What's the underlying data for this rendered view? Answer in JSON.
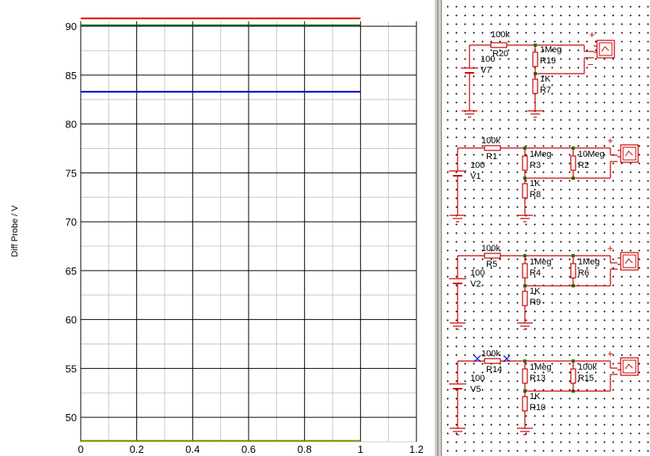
{
  "chart_data": {
    "type": "line",
    "ylabel": "Diff Probe / V",
    "xlim": [
      0,
      1.2
    ],
    "ylim": [
      47.5,
      90.5
    ],
    "xticks": [
      "0",
      "0.2",
      "0.4",
      "0.6",
      "0.8",
      "1",
      "1.2"
    ],
    "yticks": [
      "50",
      "55",
      "60",
      "65",
      "70",
      "75",
      "80",
      "85",
      "90"
    ],
    "grid": true,
    "series": [
      {
        "color": "#e60000",
        "x": [
          0,
          1
        ],
        "y": [
          90.8,
          90.8
        ]
      },
      {
        "color": "#006600",
        "x": [
          0,
          1
        ],
        "y": [
          90.1,
          90.1
        ]
      },
      {
        "color": "#0000cc",
        "x": [
          0,
          1
        ],
        "y": [
          83.3,
          83.3
        ]
      },
      {
        "color": "#8b8b00",
        "x": [
          0,
          1
        ],
        "y": [
          47.6,
          47.6
        ]
      }
    ]
  },
  "schematic": {
    "circuits": [
      {
        "source_value": "100",
        "source_name": "V7",
        "series_r_value": "100k",
        "series_r_name": "R20",
        "upper_r_value": "1Meg",
        "upper_r_name": "R19",
        "lower_r_value": "1K",
        "lower_r_name": "R7",
        "probe_plus": "+",
        "probe_minus": "−"
      },
      {
        "source_value": "100",
        "source_name": "V1",
        "series_r_value": "100k",
        "series_r_name": "R1",
        "upper_r_value": "1Meg",
        "upper_r_name": "R3",
        "lower_r_value": "1K",
        "lower_r_name": "R8",
        "shunt_r_value": "10Meg",
        "shunt_r_name": "R2",
        "probe_plus": "+"
      },
      {
        "source_value": "100",
        "source_name": "V2",
        "series_r_value": "100k",
        "series_r_name": "R5",
        "upper_r_value": "1Meg",
        "upper_r_name": "R4",
        "lower_r_value": "1K",
        "lower_r_name": "R9",
        "shunt_r_value": "1Meg",
        "shunt_r_name": "R6",
        "probe_plus": "+"
      },
      {
        "source_value": "100",
        "source_name": "V5",
        "series_r_value": "100k",
        "series_r_name": "R14",
        "upper_r_value": "1Meg",
        "upper_r_name": "R13",
        "lower_r_value": "1K",
        "lower_r_name": "R10",
        "shunt_r_value": "100k",
        "shunt_r_name": "R15",
        "probe_plus": "+"
      }
    ]
  },
  "colors": {
    "wire": "#cc0000",
    "node": "#008000",
    "probe": "#cc0000",
    "marker": "#0000cc"
  }
}
